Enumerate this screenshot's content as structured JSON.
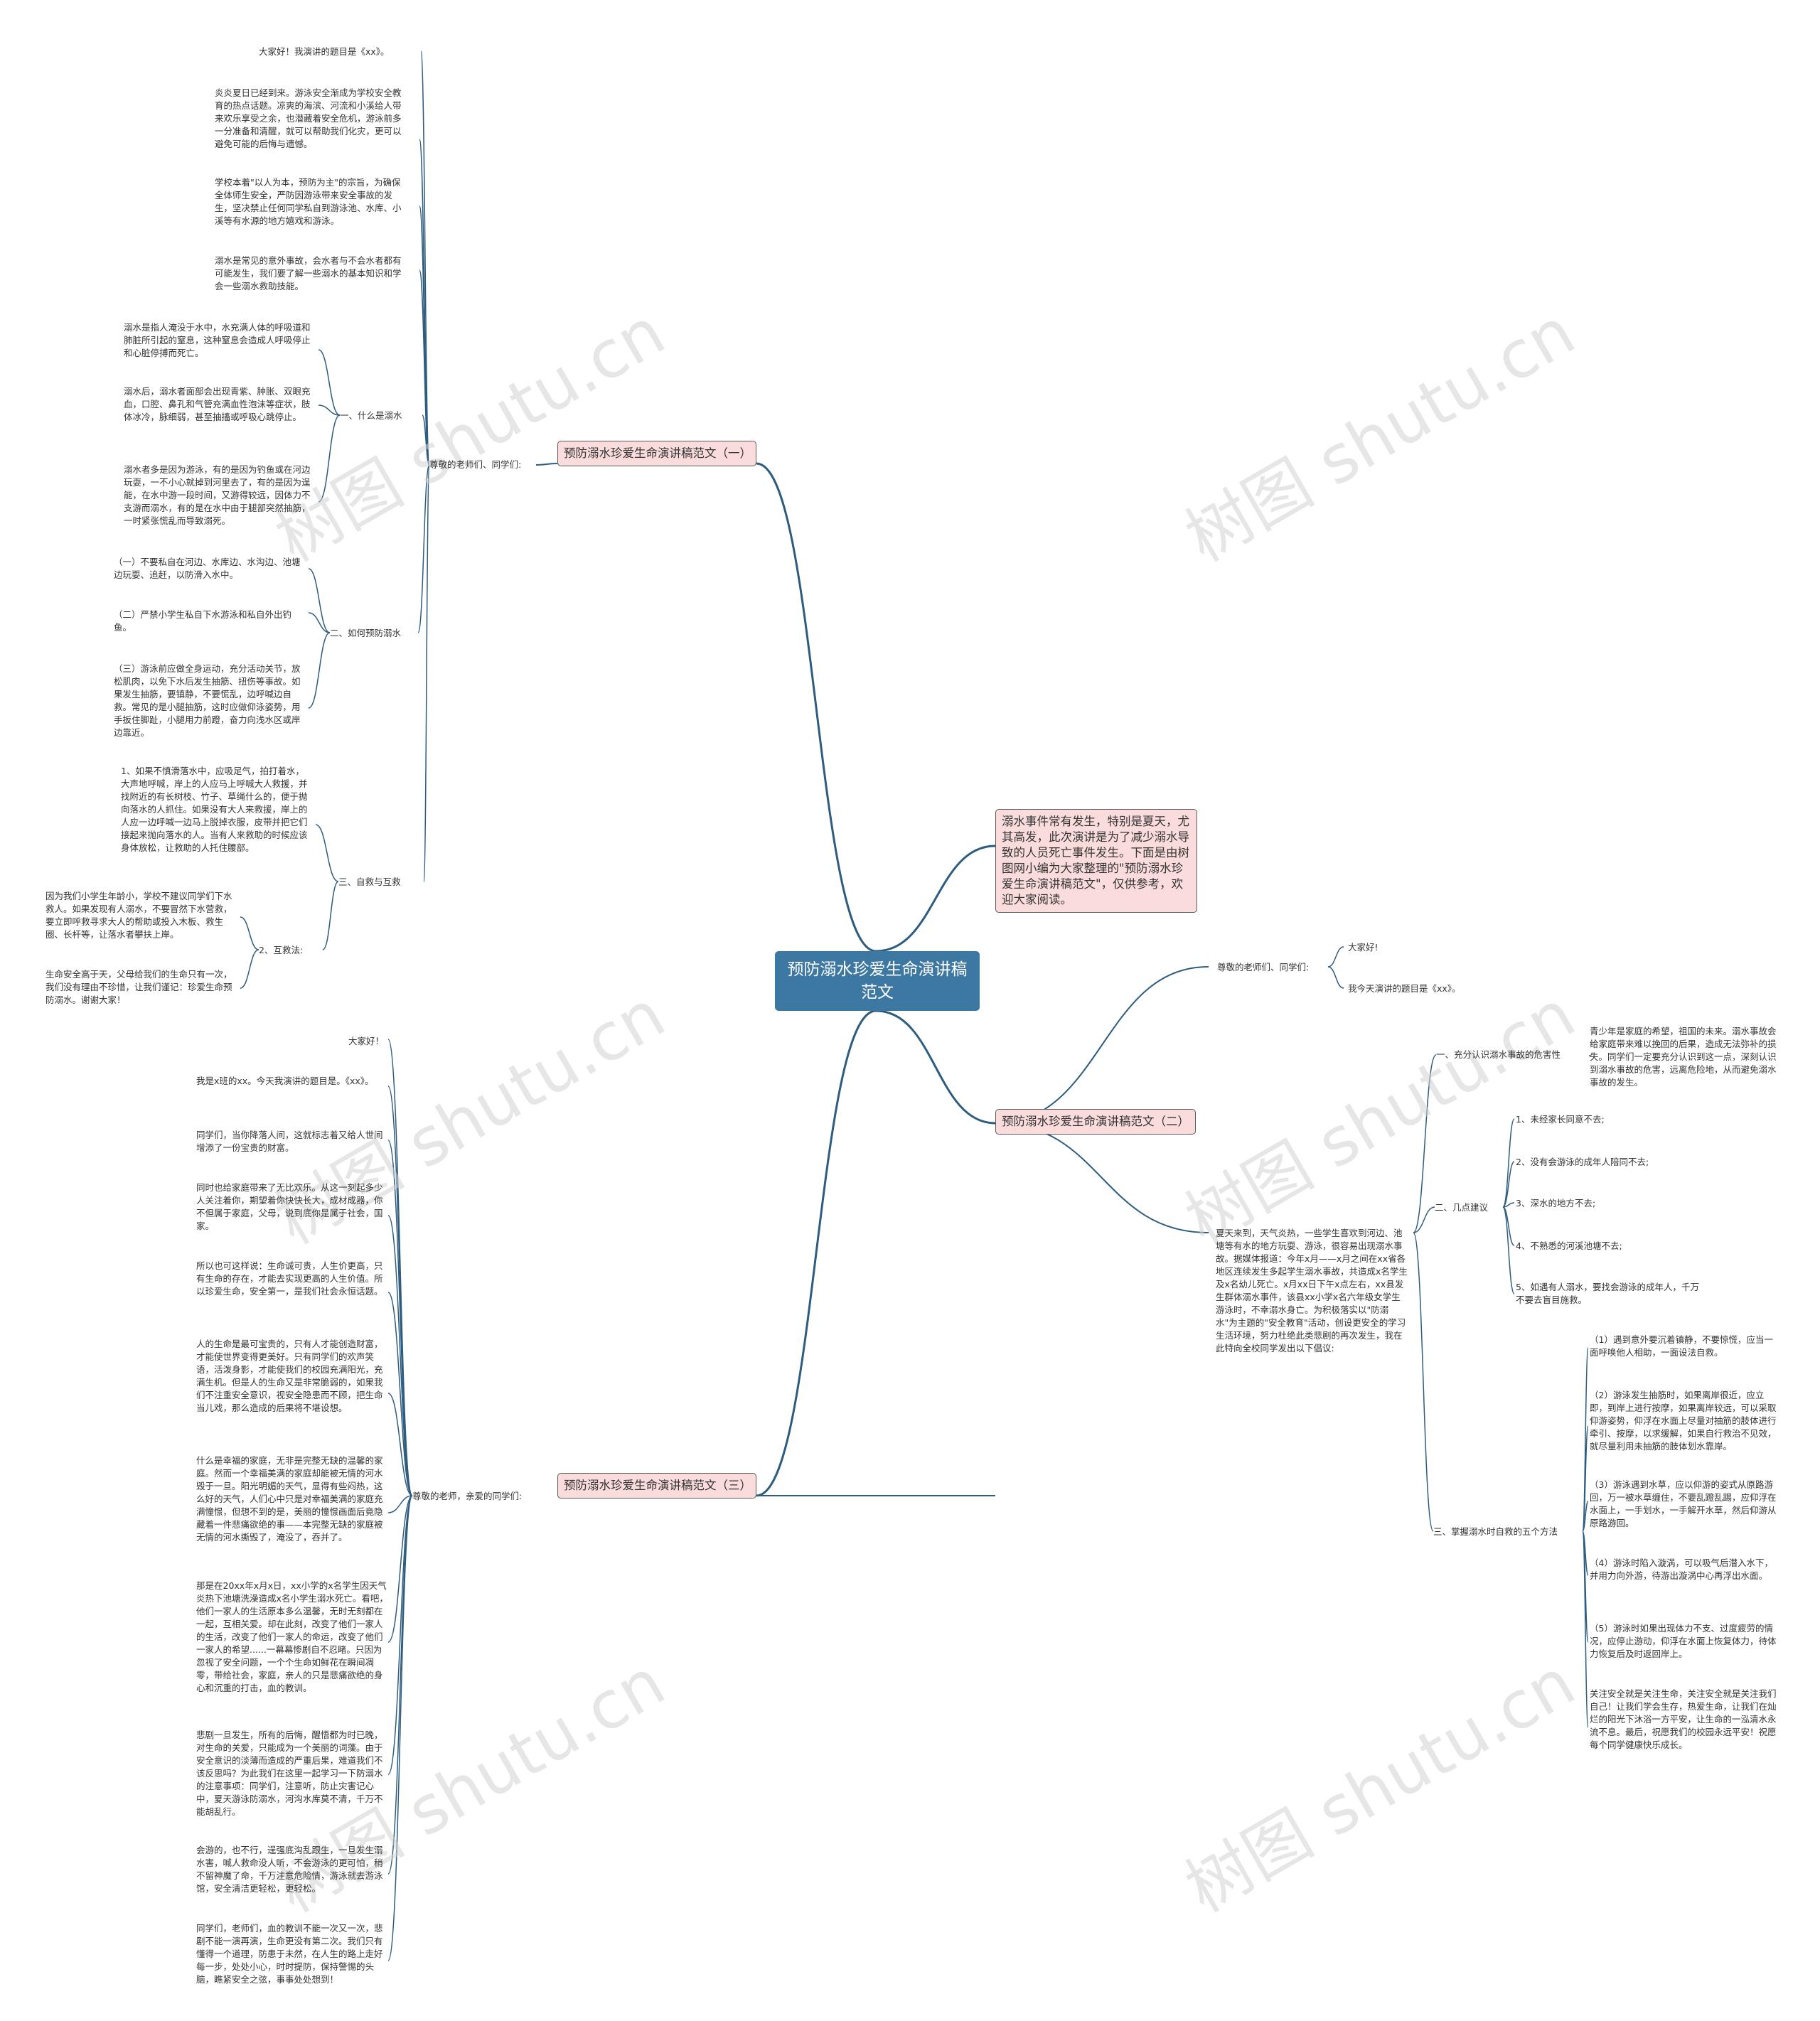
{
  "watermark": "树图 shutu.cn",
  "colors": {
    "line": "#2e5c7f",
    "central_bg": "#3d78a3",
    "branch_bg": "#fadcdc"
  },
  "central": "预防溺水珍爱生命演讲稿范文",
  "intro": "溺水事件常有发生，特别是夏天，尤其高发，此次演讲是为了减少溺水导致的人员死亡事件发生。下面是由树图网小编为大家整理的\"预防溺水珍爱生命演讲稿范文\"，仅供参考，欢迎大家阅读。",
  "b1": {
    "title": "预防溺水珍爱生命演讲稿范文（一）",
    "sub": "尊敬的老师们、同学们:",
    "p1": "大家好！我演讲的题目是《xx》。",
    "p2": "炎炎夏日已经到来。游泳安全渐成为学校安全教育的热点话题。凉爽的海滨、河流和小溪给人带来欢乐享受之余，也潜藏着安全危机，游泳前多一分准备和清醒，就可以帮助我们化灾，更可以避免可能的后悔与遗憾。",
    "p3": "学校本着\"以人为本，预防为主\"的宗旨，为确保全体师生安全，严防因游泳带来安全事故的发生，坚决禁止任何同学私自到游泳池、水库、小溪等有水源的地方嬉戏和游泳。",
    "p4": "溺水是常见的意外事故，会水者与不会水者都有可能发生，我们要了解一些溺水的基本知识和学会一些溺水救助技能。",
    "s1": "一、什么是溺水",
    "s1a": "溺水是指人淹没于水中，水充满人体的呼吸道和肺脏所引起的窒息，这种窒息会造成人呼吸停止和心脏停搏而死亡。",
    "s1b": "溺水后，溺水者面部会出现青紫、肿胀、双眼充血，口腔、鼻孔和气管充满血性泡沫等症状，肢体冰冷，脉细弱，甚至抽搐或呼吸心跳停止。",
    "s1c": "溺水者多是因为游泳，有的是因为钓鱼或在河边玩耍，一不小心就掉到河里去了，有的是因为逞能，在水中游一段时间，又游得较远，因体力不支游而溺水，有的是在水中由于腿部突然抽筋，一时紧张慌乱而导致溺死。",
    "s2": "二、如何预防溺水",
    "s2a": "（一）不要私自在河边、水库边、水沟边、池塘边玩耍、追赶，以防滑入水中。",
    "s2b": "（二）严禁小学生私自下水游泳和私自外出钓鱼。",
    "s2c": "（三）游泳前应做全身运动，充分活动关节，放松肌肉，以免下水后发生抽筋、扭伤等事故。如果发生抽筋，要镇静，不要慌乱，边呼喊边自救。常见的是小腿抽筋，这时应做仰泳姿势，用手扳住脚趾，小腿用力前蹬，奋力向浅水区或岸边靠近。",
    "s3": "三、自救与互救",
    "s3a": "1、如果不慎滑落水中，应吸足气，拍打着水，大声地呼喊，岸上的人应马上呼喊大人救援，并找附近的有长树枝、竹子、草绳什么的，便于抛向落水的人抓住。如果没有大人来救援，岸上的人应一边呼喊一边马上脱掉衣服，皮带并把它们接起来抛向落水的人。当有人来救助的时候应该身体放松，让救助的人托住腰部。",
    "s3b": "2、互救法:",
    "s3b1": "因为我们小学生年龄小，学校不建议同学们下水救人。如果发现有人溺水，不要冒然下水营救，要立即呼救寻求大人的帮助或投入木板、救生圈、长杆等，让落水者攀扶上岸。",
    "s3b2": "生命安全高于天，父母给我们的生命只有一次，我们没有理由不珍惜，让我们谨记：珍爱生命预防溺水。谢谢大家！"
  },
  "b3": {
    "title": "预防溺水珍爱生命演讲稿范文（三）",
    "sub": "尊敬的老师，亲爱的同学们:",
    "p1": "大家好！",
    "p2": "我是x班的xx。今天我演讲的题目是。《xx》。",
    "p3": "同学们，当你降落人间，这就标志着又给人世间增添了一份宝贵的财富。",
    "p4": "同时也给家庭带来了无比欢乐。从这一刻起多少人关注着你，期望着你快快长大，成材成器，你不但属于家庭，父母，说到底你是属于社会，国家。",
    "p5": "所以也可这样说：生命诚可贵，人生价更高，只有生命的存在，才能去实现更高的人生价值。所以珍爱生命，安全第一，是我们社会永恒话题。",
    "p6": "人的生命是最可宝贵的，只有人才能创造财富，才能使世界变得更美好。只有同学们的欢声笑语，活泼身影，才能使我们的校园充满阳光，充满生机。但是人的生命又是非常脆弱的，如果我们不注重安全意识，视安全隐患而不顾，把生命当儿戏，那么造成的后果将不堪设想。",
    "p7": "什么是幸福的家庭，无非是完整无缺的温馨的家庭。然而一个幸福美满的家庭却能被无情的河水毁于一旦。阳光明媚的天气，显得有些闷热，这么好的天气，人们心中只是对幸福美满的家庭充满憧憬，但想不到的是，美丽的憧憬画面后竟隐藏着一件悲痛欲绝的事——本完整无缺的家庭被无情的河水撕毁了，淹没了，吞并了。",
    "p8": "那是在20xx年x月x日，xx小学的x名学生因天气炎热下池塘洗澡造成x名小学生溺水死亡。看吧，他们一家人的生活原本多么温馨，无时无刻都在一起，互相关爱。却在此刻，改变了他们一家人的生活，改变了他们一家人的命运，改变了他们一家人的希望......一幕幕惨剧自不忍睹。只因为忽视了安全问题，一个个生命如鲜花在瞬间凋零，带给社会，家庭，亲人的只是悲痛欲绝的身心和沉重的打击，血的教训。",
    "p9": "悲剧一旦发生，所有的后悔，醒悟都为时已晚，对生命的关爱，只能成为一个美丽的词藻。由于安全意识的淡薄而造成的严重后果，难道我们不该反思吗？为此我们在这里一起学习一下防溺水的注意事项：同学们，注意听，防止灾害记心中，夏天游泳防溺水，河沟水库莫不清，千万不能胡乱行。",
    "p10": "会游的，也不行，逞强底沟乱跟生，一旦发生溺水害，喊人救命没人听，不会游泳的更可怕，稍不留神魔了命，千万注意危险情，游泳就去游泳馆，安全清洁更轻松，更轻松。",
    "p11": "同学们，老师们，血的教训不能一次又一次，悲剧不能一演再演，生命更没有第二次。我们只有懂得一个道理，防患于未然，在人生的路上走好每一步，处处小心，时时提防，保持警惕的头脑，瞧紧安全之弦，事事处处想到！"
  },
  "b2": {
    "title": "预防溺水珍爱生命演讲稿范文（二）",
    "sub": "尊敬的老师们、同学们:",
    "g1": "大家好!",
    "g2": "我今天演讲的题目是《xx》。",
    "body": "夏天来到，天气炎热，一些学生喜欢到河边、池塘等有水的地方玩耍、游泳，很容易出现溺水事故。据媒体报道：今年x月——x月之间在xx省各地区连续发生多起学生溺水事故，共造成x名学生及x名幼儿死亡。x月xx日下午x点左右，xx县发生群体溺水事件，该县xx小学x名六年级女学生游泳时，不幸溺水身亡。为积极落实以\"防溺水\"为主题的\"安全教育\"活动，创设更安全的学习生活环境，努力杜绝此类悲剧的再次发生，我在此特向全校同学发出以下倡议:",
    "h1": "一、充分认识溺水事故的危害性",
    "h1a": "青少年是家庭的希望，祖国的未来。溺水事故会给家庭带来难以挽回的后果，造成无法弥补的损失。同学们一定要充分认识到这一点，深刻认识到溺水事故的危害，远离危险地，从而避免溺水事故的发生。",
    "h2": "二、几点建议",
    "h2a": "1、未经家长同意不去;",
    "h2b": "2、没有会游泳的成年人陪同不去;",
    "h2c": "3、深水的地方不去;",
    "h2d": "4、不熟悉的河溪池塘不去;",
    "h2e": "5、如遇有人溺水，要找会游泳的成年人，千万不要去盲目施救。",
    "h3": "三、掌握溺水时自救的五个方法",
    "h3a": "（1）遇到意外要沉着镇静，不要惊慌，应当一面呼唤他人相助，一面设法自救。",
    "h3b": "（2）游泳发生抽筋时，如果离岸很近，应立即，到岸上进行按摩，如果离岸较远，可以采取仰游姿势，仰浮在水面上尽量对抽筋的肢体进行牵引、按摩，以求缓解，如果自行救治不见效，就尽量利用未抽筋的肢体划水靠岸。",
    "h3c": "（3）游泳遇到水草，应以仰游的姿式从原路游回，万一被水草缠住，不要乱蹬乱踢，应仰浮在水面上，一手划水，一手解开水草，然后仰游从原路游回。",
    "h3d": "（4）游泳时陷入漩涡，可以吸气后潜入水下，并用力向外游，待游出漩涡中心再浮出水面。",
    "h3e": "（5）游泳时如果出现体力不支、过度疲劳的情况，应停止游动，仰浮在水面上恢复体力，待体力恢复后及时返回岸上。",
    "h3f": "关注安全就是关注生命，关注安全就是关注我们自己！让我们学会生存，热爱生命，让我们在灿烂的阳光下沐浴一方平安，让生命的一泓清水永流不息。最后，祝愿我们的校园永远平安！祝愿每个同学健康快乐成长。"
  }
}
